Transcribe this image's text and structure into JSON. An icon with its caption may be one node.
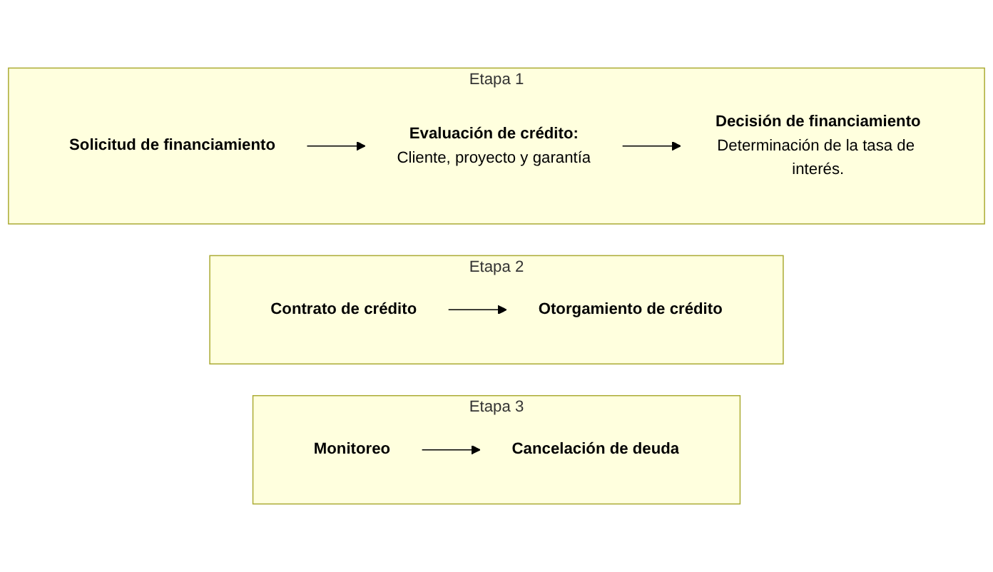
{
  "diagram": {
    "nodes": [
      {
        "text": [
          "Etapa 1"
        ]
      },
      {
        "text": [
          "Solicitud de financiamiento"
        ],
        "in": 0
      },
      {
        "text": [
          "Evaluación de crédito:",
          "Cliente, proyecto y garantía"
        ],
        "in": 0
      },
      {
        "text": [
          "Decisión de financiamiento",
          "Determinación de la tasa de interés."
        ],
        "in": 0
      },
      {
        "text": [
          "Etapa 2"
        ]
      },
      {
        "text": [
          "Contrato de crédito"
        ],
        "in": 4
      },
      {
        "text": [
          "Otorgamiento de crédito"
        ],
        "in": 4
      },
      {
        "text": [
          "Etapa 3"
        ]
      },
      {
        "text": [
          "Monitoreo"
        ],
        "in": 7
      },
      {
        "text": [
          "Cancelación de deuda"
        ],
        "in": 7
      }
    ],
    "edges": [
      {
        "from": 1,
        "to": 2,
        "arrow": "to"
      },
      {
        "from": 2,
        "to": 3,
        "arrow": "to"
      },
      {
        "from": 5,
        "to": 6,
        "arrow": "to"
      },
      {
        "from": 8,
        "to": 9,
        "arrow": "to"
      }
    ]
  }
}
